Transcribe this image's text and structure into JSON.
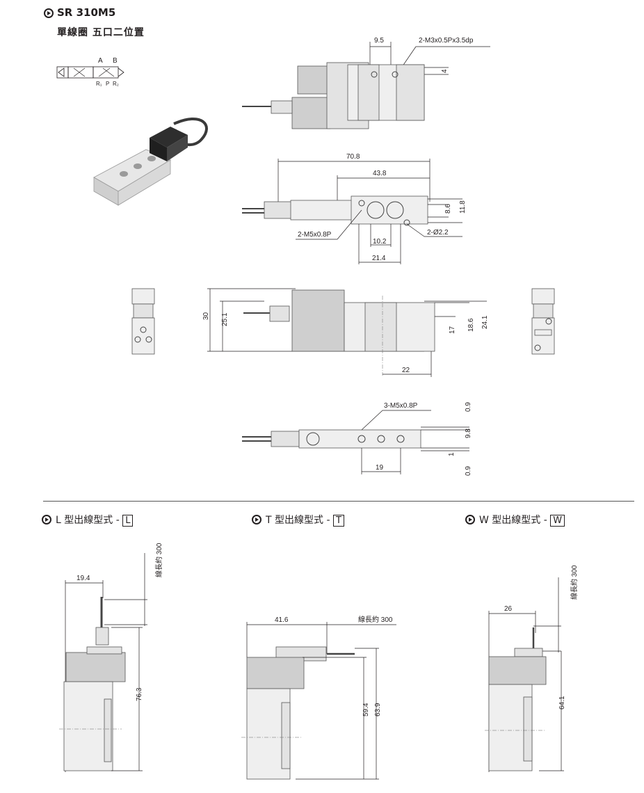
{
  "header": {
    "model": "SR 310M5",
    "subtitle": "單線圈  五口二位置"
  },
  "symbol": {
    "port_a": "A",
    "port_b": "B",
    "port_r1": "R₁",
    "port_p": "P",
    "port_r2": "R₂"
  },
  "top_view": {
    "dim_width": "9.5",
    "thread_note": "2-M3x0.5Px3.5dp",
    "dim_height": "4"
  },
  "plan_view": {
    "dim_total": "70.8",
    "dim_mid": "43.8",
    "dim_h1": "8.6",
    "dim_h2": "11.8",
    "port_note": "2-M5x0.8P",
    "hole_note": "2-Ø2.2",
    "dim_pitch": "10.2",
    "dim_span": "21.4"
  },
  "side_view": {
    "dim_30": "30",
    "dim_25_1": "25.1",
    "dim_17": "17",
    "dim_18_6": "18.6",
    "dim_24_1": "24.1",
    "dim_22": "22"
  },
  "bottom_view": {
    "port_note": "3-M5x0.8P",
    "dim_0_9_top": "0.9",
    "dim_9_8": "9.8",
    "dim_1": "1",
    "dim_19": "19",
    "dim_0_9_bot": "0.9"
  },
  "wiring": {
    "l_label": "L 型出線型式 - ",
    "l_code": "L",
    "t_label": "T 型出線型式 - ",
    "t_code": "T",
    "w_label": "W 型出線型式 - ",
    "w_code": "W",
    "l_dim_width": "19.4",
    "l_dim_cable": "線長約 300",
    "l_dim_height": "76.3",
    "t_dim_width": "41.6",
    "t_dim_cable": "線長約 300",
    "t_dim_h1": "59.4",
    "t_dim_h2": "63.9",
    "w_dim_width": "26",
    "w_dim_cable": "線長約 300",
    "w_dim_height": "64.1"
  }
}
